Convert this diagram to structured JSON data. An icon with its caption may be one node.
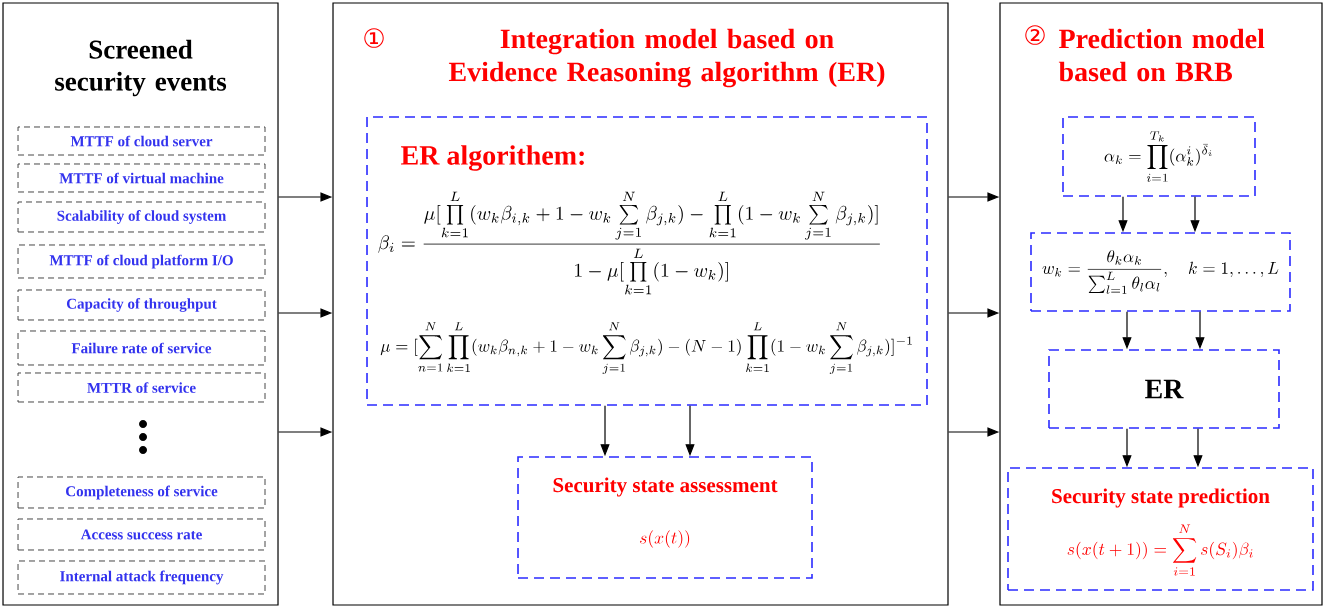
{
  "diagram": {
    "nodes": [
      {
        "text": [
          "Screened security events"
        ]
      },
      {
        "text": [
          "MTTF of cloud server"
        ],
        "in": 0
      },
      {
        "text": [
          "MTTF of virtual machine"
        ],
        "in": 0
      },
      {
        "text": [
          "Scalability of cloud system"
        ],
        "in": 0
      },
      {
        "text": [
          "MTTF of cloud platform I/O"
        ],
        "in": 0
      },
      {
        "text": [
          "Capacity of throughput"
        ],
        "in": 0
      },
      {
        "text": [
          "Failure rate of service"
        ],
        "in": 0
      },
      {
        "text": [
          "MTTR of service"
        ],
        "in": 0
      },
      {
        "text": [
          "Completeness of service"
        ],
        "in": 0
      },
      {
        "text": [
          "Access success rate"
        ],
        "in": 0
      },
      {
        "text": [
          "Internal attack frequency"
        ],
        "in": 0
      },
      {
        "text": [
          "①",
          "Integration model based on Evidence Reasoning algorithm (ER)"
        ]
      },
      {
        "text": [
          "ER algorithem:",
          "\\beta_i=\\frac{\\mu[\\prod\\limits_{k=1}^{L}(w_k\\beta_{i,k}+1-w_k\\sum\\limits_{j=1}^{N}\\beta_{j,k})-\\prod\\limits_{k=1}^{L}(1-w_k\\sum\\limits_{j=1}^{N}\\beta_{j,k})]}{1-\\mu[\\prod\\limits_{k=1}^{L}(1-w_k)]}",
          "\\mu=[\\sum_{n=1}^{N}\\prod_{k=1}^{L}(w_k\\beta_{n,k}+1-w_k\\sum_{j=1}^{N}\\beta_{j,k})-(N-1)\\prod_{k=1}^{L}(1-w_k\\sum_{j=1}^{N}\\beta_{j,k})]^{-1}"
        ],
        "in": 11
      },
      {
        "text": [
          "Security state assessment",
          "s(x(t))"
        ],
        "in": 11
      },
      {
        "text": [
          "②",
          "Prediction model based on BRB"
        ]
      },
      {
        "text": [
          "\\alpha_k=\\prod_{i=1}^{T_k}(\\alpha_k^i)^{\\bar{\\delta}_i}"
        ],
        "in": 14
      },
      {
        "text": [
          "w_k=\\frac{\\theta_k\\alpha_k}{\\sum_{l=1}^{L}\\theta_l\\alpha_l},\\quad k=1,\\ldots,L"
        ],
        "in": 14
      },
      {
        "text": [
          "ER"
        ],
        "in": 14
      },
      {
        "text": [
          "Security state prediction",
          "s(x(t+1))=\\sum_{i=1}^{N}s(S_i)\\beta_i"
        ],
        "in": 14
      }
    ],
    "edges": [
      {
        "from": 0,
        "to": 11,
        "arrow": "to"
      },
      {
        "from": 0,
        "to": 11,
        "arrow": "to"
      },
      {
        "from": 0,
        "to": 11,
        "arrow": "to"
      },
      {
        "from": 12,
        "to": 13,
        "arrow": "to"
      },
      {
        "from": 12,
        "to": 13,
        "arrow": "to"
      },
      {
        "from": 11,
        "to": 14,
        "arrow": "to"
      },
      {
        "from": 11,
        "to": 14,
        "arrow": "to"
      },
      {
        "from": 11,
        "to": 14,
        "arrow": "to"
      },
      {
        "from": 15,
        "to": 16,
        "arrow": "to"
      },
      {
        "from": 15,
        "to": 16,
        "arrow": "to"
      },
      {
        "from": 16,
        "to": 17,
        "arrow": "to"
      },
      {
        "from": 16,
        "to": 17,
        "arrow": "to"
      },
      {
        "from": 17,
        "to": 18,
        "arrow": "to"
      },
      {
        "from": 17,
        "to": 18,
        "arrow": "to"
      }
    ]
  }
}
